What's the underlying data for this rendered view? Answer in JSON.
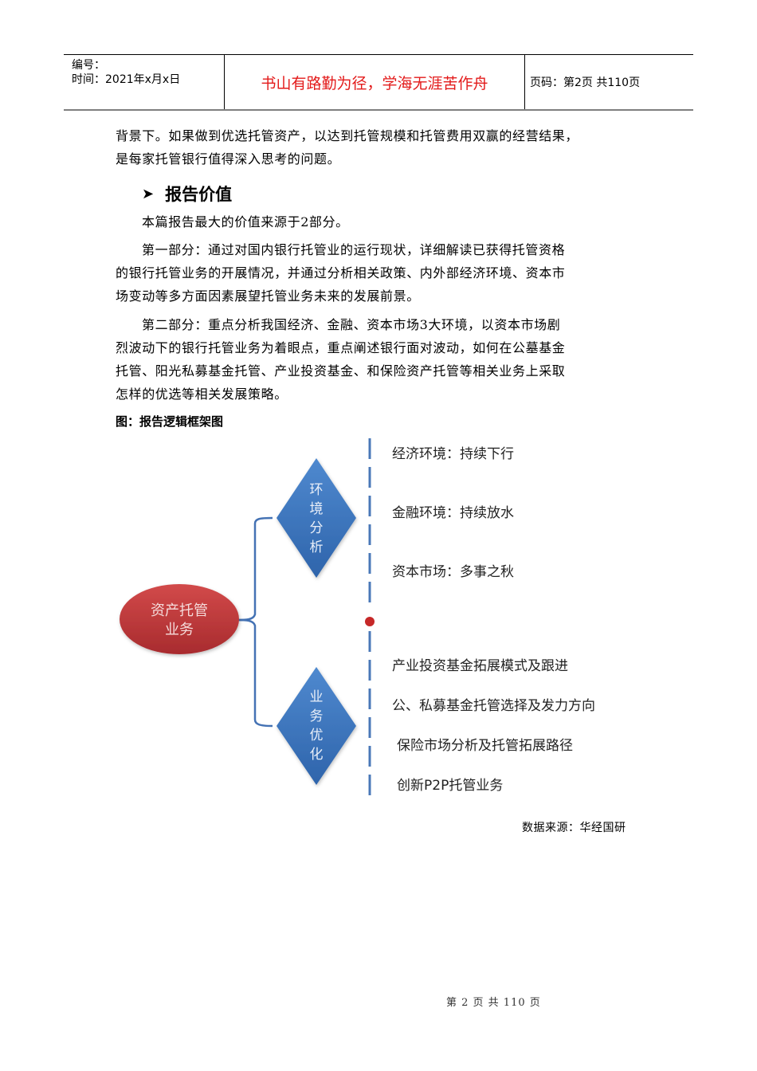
{
  "header": {
    "serial_label": "编号：",
    "time_label": "时间：2021年x月x日",
    "motto": "书山有路勤为径，学海无涯苦作舟",
    "page_info": "页码：第2页  共110页"
  },
  "body": {
    "intro_line1": "背景下。如果做到优选托管资产，以达到托管规模和托管费用双赢的经营结果，",
    "intro_line2": "是每家托管银行值得深入思考的问题。",
    "section_title": "报告价值",
    "section_marker": "➤",
    "p1": "本篇报告最大的价值来源于2部分。",
    "p2_lines": [
      "第一部分：通过对国内银行托管业的运行现状，详细解读已获得托管资格",
      "的银行托管业务的开展情况，并通过分析相关政策、内外部经济环境、资本市",
      "场变动等多方面因素展望托管业务未来的发展前景。"
    ],
    "p3_lines": [
      "第二部分：重点分析我国经济、金融、资本市场3大环境，以资本市场剧",
      "烈波动下的银行托管业务为着眼点，重点阐述银行面对波动，如何在公墓基金",
      "托管、阳光私募基金托管、产业投资基金、和保险资产托管等相关业务上采取",
      "怎样的优选等相关发展策略。"
    ],
    "figure_caption": "图：报告逻辑框架图"
  },
  "diagram": {
    "root": {
      "line1": "资产托管",
      "line2": "业务",
      "color": "#c0393b"
    },
    "branch_env": {
      "chars": [
        "环",
        "境",
        "分",
        "析"
      ],
      "color": "#3b72b8"
    },
    "branch_biz": {
      "chars": [
        "业",
        "务",
        "优",
        "化"
      ],
      "color": "#3b72b8"
    },
    "env_items": [
      "经济环境：持续下行",
      "金融环境：持续放水",
      "资本市场：多事之秋"
    ],
    "biz_items": [
      "产业投资基金拓展模式及跟进",
      "公、私募基金托管选择及发力方向",
      "保险市场分析及托管拓展路径",
      "创新P2P托管业务"
    ],
    "divider_color": "#4a78b8",
    "dot_color": "#c62828"
  },
  "source": "数据来源：华经国研",
  "footer": "第 2 页 共 110 页"
}
